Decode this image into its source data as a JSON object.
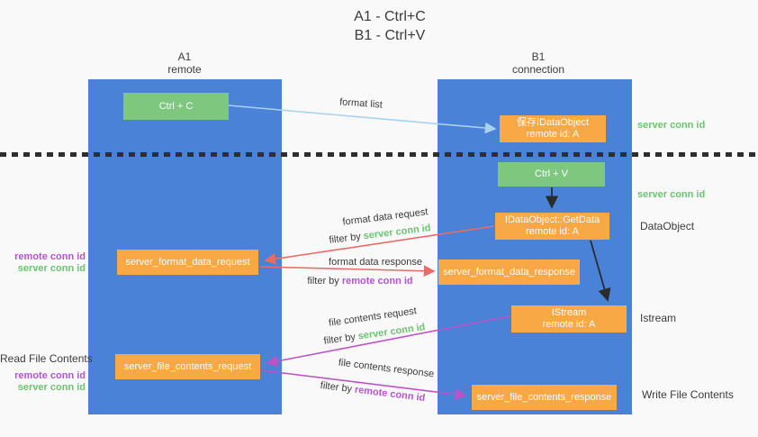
{
  "title": {
    "line1": "A1 - Ctrl+C",
    "line2": "B1 - Ctrl+V"
  },
  "lifelines": {
    "left": {
      "name": "A1",
      "role": "remote"
    },
    "right": {
      "name": "B1",
      "role": "connection"
    }
  },
  "boxes": {
    "ctrl_c": {
      "label": "Ctrl + C"
    },
    "save_idataobject": {
      "line1": "保存IDataObject",
      "line2": "remote id: A"
    },
    "ctrl_v": {
      "label": "Ctrl + V"
    },
    "getdata": {
      "line1": "IDataObject::GetData",
      "line2": "remote id: A"
    },
    "format_request": {
      "label": "server_format_data_request"
    },
    "format_response": {
      "label": "server_format_data_response"
    },
    "istream": {
      "line1": "IStream",
      "line2": "remote id: A"
    },
    "file_request": {
      "label": "server_file_contents_request"
    },
    "file_response": {
      "label": "server_file_contents_response"
    }
  },
  "messages": {
    "format_list": "format list",
    "format_data_request": "format data request",
    "format_data_response": "format data response",
    "file_contents_request": "file contents request",
    "file_contents_response": "file contents response",
    "filter_by": "filter by",
    "server_conn_id": "server conn id",
    "remote_conn_id": "remote conn id"
  },
  "side_labels": {
    "left": {
      "remote_conn_id": "remote conn id",
      "server_conn_id": "server conn id",
      "read_file_contents": "Read File Contents"
    },
    "right": {
      "server_conn_id": "server conn id",
      "dataobject": "DataObject",
      "istream": "Istream",
      "write_file_contents": "Write File Contents"
    }
  },
  "colors": {
    "lifeline_blue": "#4a82d8",
    "box_green": "#7ec77f",
    "box_orange": "#f8a844",
    "arrow_red": "#e96b68",
    "arrow_magenta": "#bc53c6",
    "arrow_lightblue": "#a8d2ee",
    "arrow_black": "#2b2b2b",
    "text_green": "#6cc370",
    "text_purple": "#b355cc",
    "text_dark": "#3b3b3b"
  }
}
